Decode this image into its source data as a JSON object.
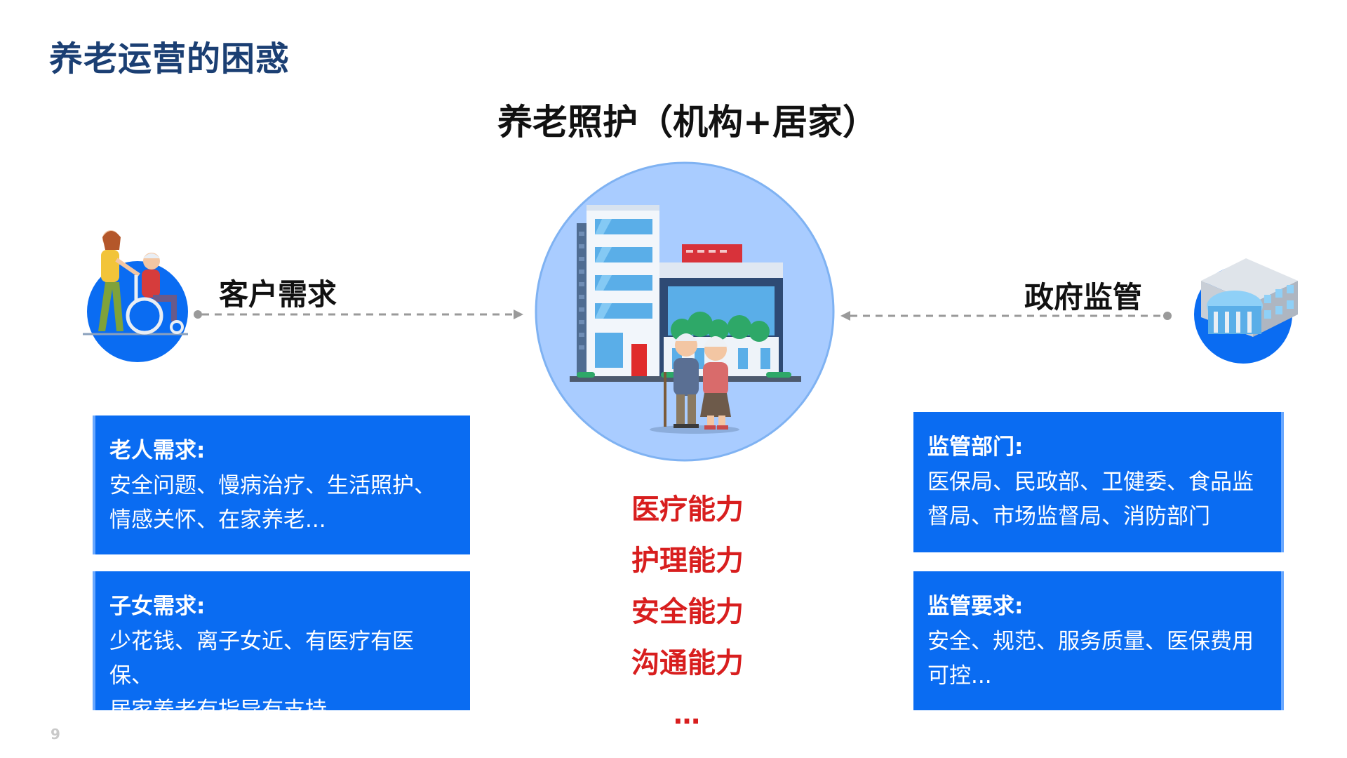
{
  "header": {
    "title": "养老运营的困惑"
  },
  "center": {
    "title": "养老照护（机构+居家）",
    "abilities": [
      "医疗能力",
      "护理能力",
      "安全能力",
      "沟通能力"
    ],
    "ellipsis": "…"
  },
  "left": {
    "label": "客户需求",
    "boxes": [
      {
        "title": "老人需求:",
        "lines": [
          "安全问题、慢病治疗、生活照护、",
          "情感关怀、在家养老..."
        ]
      },
      {
        "title": "子女需求:",
        "lines": [
          "少花钱、离子女近、有医疗有医保、",
          "居家养老有指导有支持"
        ]
      }
    ]
  },
  "right": {
    "label": "政府监管",
    "boxes": [
      {
        "title": "监管部门:",
        "lines": [
          "医保局、民政部、卫健委、食品监",
          "督局、市场监督局、消防部门"
        ]
      },
      {
        "title": "监管要求:",
        "lines": [
          "安全、规范、服务质量、医保费用",
          "可控..."
        ]
      }
    ]
  },
  "footer": {
    "page_number": "9"
  },
  "colors": {
    "title_blue": "#1b3f73",
    "box_blue": "#0a6cf2",
    "ability_red": "#d81e1e",
    "circle_light": "#a9ccff"
  },
  "icons": {
    "left": "caregiver-wheelchair-icon",
    "right": "government-building-icon",
    "center": "care-home-elderly-couple-illustration"
  }
}
